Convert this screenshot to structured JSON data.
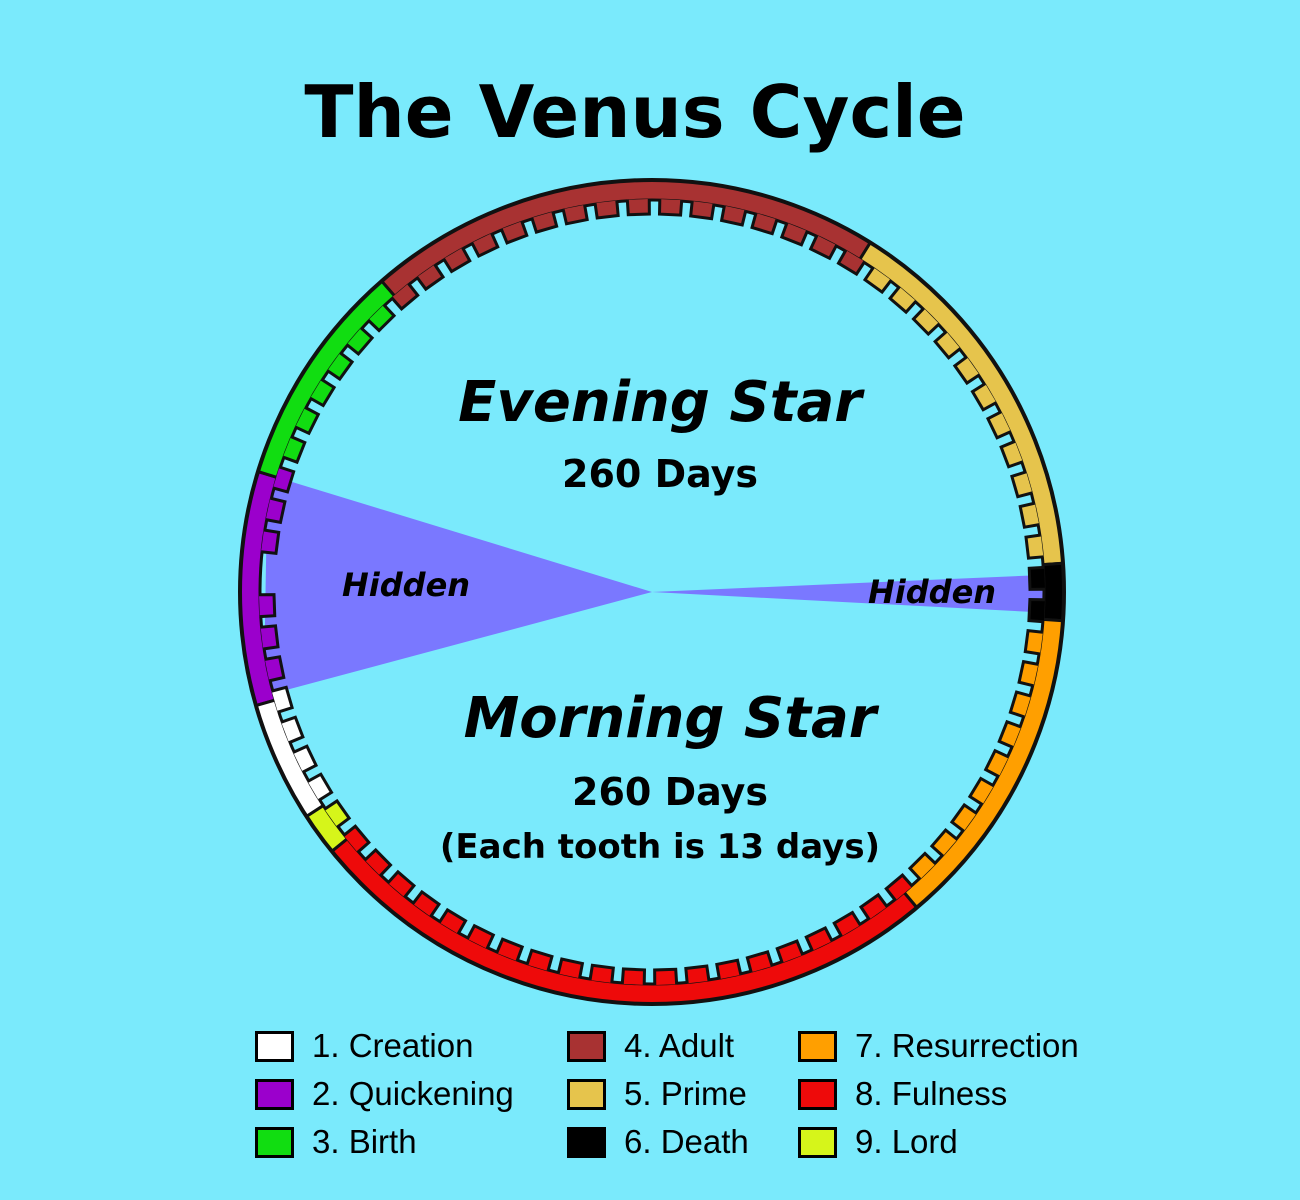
{
  "title": "The Venus Cycle",
  "evening": {
    "title": "Evening Star",
    "days": "260 Days"
  },
  "morning": {
    "title": "Morning Star",
    "days": "260 Days",
    "note": "(Each tooth is 13 days)"
  },
  "hidden_label": "Hidden",
  "phases": [
    {
      "label": "1. Creation",
      "color": "#ffffff"
    },
    {
      "label": "2. Quickening",
      "color": "#9b00cc"
    },
    {
      "label": "3. Birth",
      "color": "#11dd11"
    },
    {
      "label": "4. Adult",
      "color": "#a83232"
    },
    {
      "label": "5. Prime",
      "color": "#e6c44c"
    },
    {
      "label": "6. Death",
      "color": "#000000"
    },
    {
      "label": "7. Resurrection",
      "color": "#ff9f00"
    },
    {
      "label": "8. Fulness",
      "color": "#ee0a0a"
    },
    {
      "label": "9. Lord",
      "color": "#d6f51a"
    }
  ],
  "hidden_color": "#7a78ff",
  "background_color": "#7aeafc"
}
